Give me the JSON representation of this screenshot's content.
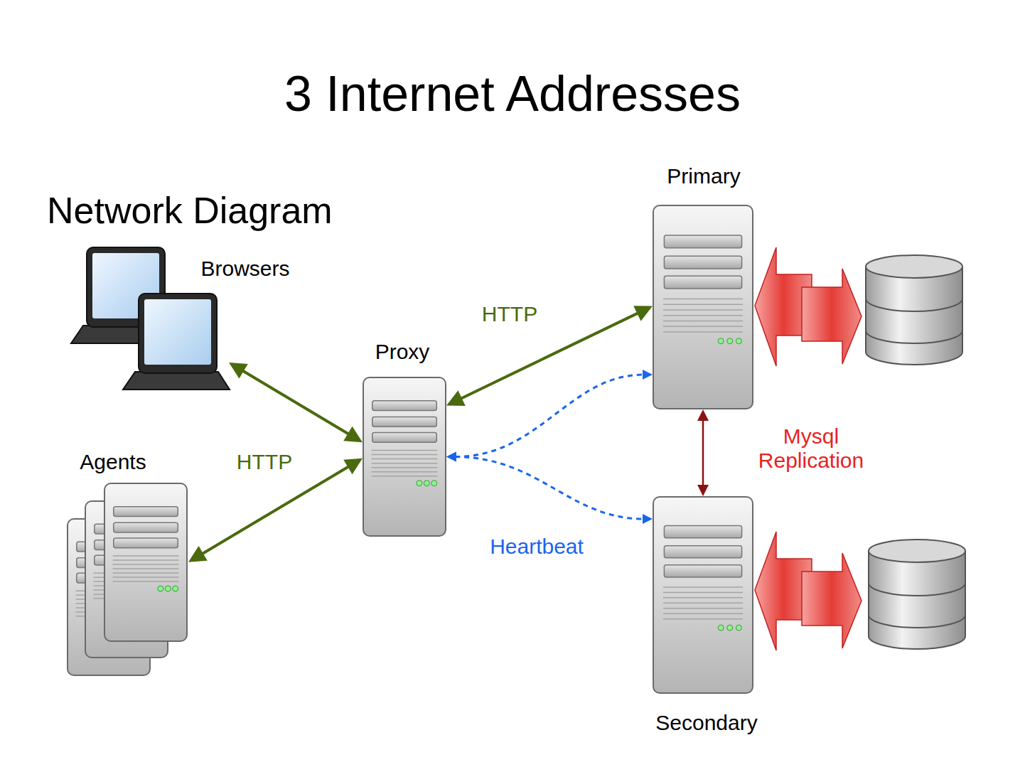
{
  "diagram": {
    "title": "3 Internet Addresses",
    "nodes": [
      {
        "text": [
          "Browsers"
        ]
      },
      {
        "text": [
          "Agents"
        ]
      },
      {
        "text": [
          "Proxy"
        ]
      },
      {
        "text": [
          "Primary"
        ]
      },
      {
        "text": [
          "Secondary"
        ]
      }
    ],
    "edges": [
      {
        "from": 0,
        "to": 2,
        "arrow": "both"
      },
      {
        "from": 1,
        "to": 2,
        "arrow": "both",
        "label": "HTTP"
      },
      {
        "from": 2,
        "to": 3,
        "arrow": "both",
        "label": "HTTP"
      },
      {
        "from": 2,
        "to": 3,
        "arrow": "both"
      },
      {
        "from": 2,
        "to": 4,
        "arrow": "both",
        "label": "Heartbeat"
      },
      {
        "from": 3,
        "to": 4,
        "arrow": "both",
        "label": "Mysql Replication"
      }
    ],
    "labels": [
      "Network Diagram"
    ]
  }
}
